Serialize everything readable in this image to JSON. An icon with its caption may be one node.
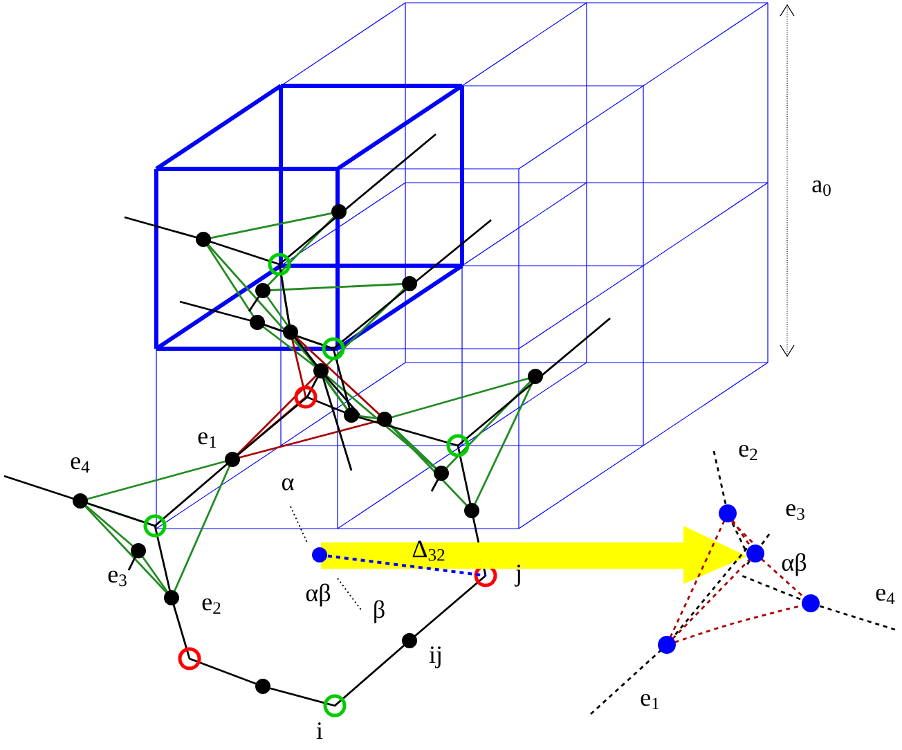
{
  "diagram": {
    "labels": [
      "a$_{0}$",
      "e$_{1}$",
      "e$_{2}$",
      "e$_{4}$",
      "α",
      "e$_{3}$",
      "Δ$_{32}$",
      "αβ",
      "j",
      "e$_{3}$",
      "αβ",
      "e$_{4}$",
      "e$_{2}$",
      "β",
      "ij",
      "e$_{1}$",
      "i"
    ]
  }
}
